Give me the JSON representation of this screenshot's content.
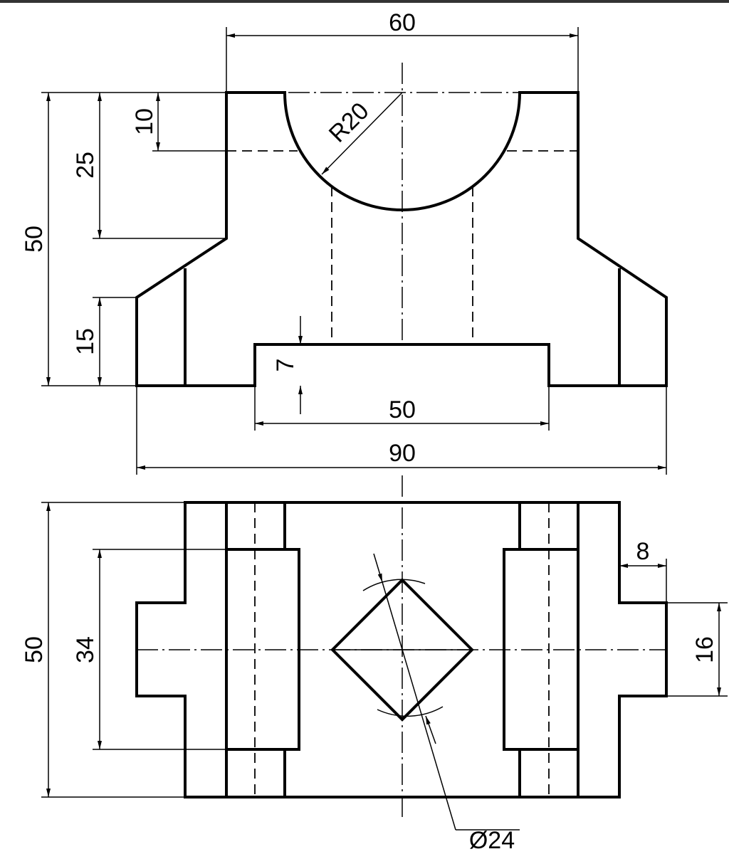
{
  "drawing": {
    "front_view": {
      "dims": {
        "top_width": "60",
        "radius": "R20",
        "slot_depth": "10",
        "upper_height": "25",
        "total_height": "50",
        "lower_height": "15",
        "recess_depth": "7",
        "recess_width": "50",
        "total_width": "90"
      }
    },
    "top_view": {
      "dims": {
        "total_depth": "50",
        "inner_depth": "34",
        "tab_length": "8",
        "tab_width": "16",
        "hole_diameter": "Ø24"
      }
    }
  }
}
